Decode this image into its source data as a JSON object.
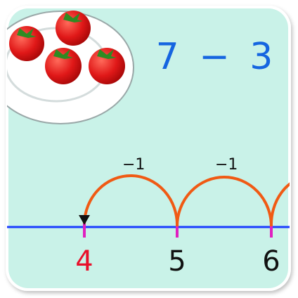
{
  "colors": {
    "card_background": "#c9f2e8",
    "card_border": "#ffffff",
    "equation": "#1565e0",
    "number_line": "#1a3cff",
    "arc": "#f05a14",
    "tick": "#e020c0",
    "highlight_number": "#e8102a",
    "normal_number": "#111111",
    "tomato": "#e01818",
    "plate": "#ffffff"
  },
  "equation": {
    "text": "7 − 3"
  },
  "plate": {
    "icon": "plate-with-tomatoes",
    "tomato_count": 4
  },
  "number_line": {
    "step_labels": [
      "−1",
      "−1"
    ],
    "numbers": [
      {
        "value": "4",
        "highlighted": true
      },
      {
        "value": "5",
        "highlighted": false
      },
      {
        "value": "6",
        "highlighted": false
      }
    ]
  }
}
